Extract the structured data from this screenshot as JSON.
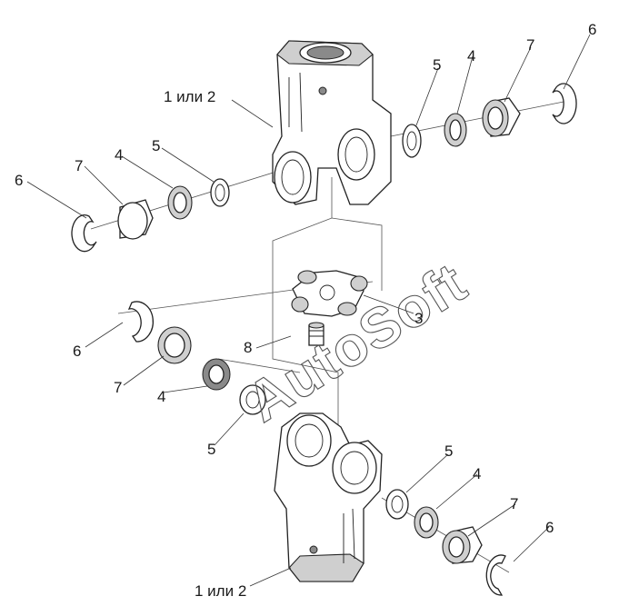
{
  "watermark": "AutoSoft",
  "labels": {
    "fork_top": "1 или 2",
    "fork_bottom": "1 или 2",
    "cross": "3",
    "grease_fitting": "8",
    "ring_tr": "6",
    "bearing_tr": "7",
    "seal_tr": "4",
    "washer_tr": "5",
    "ring_tl": "6",
    "bearing_tl": "7",
    "seal_tl": "4",
    "washer_tl": "5",
    "ring_ml": "6",
    "bearing_ml": "7",
    "seal_ml": "4",
    "washer_ml": "5",
    "washer_br": "5",
    "seal_br": "4",
    "bearing_br": "7",
    "ring_br": "6"
  }
}
